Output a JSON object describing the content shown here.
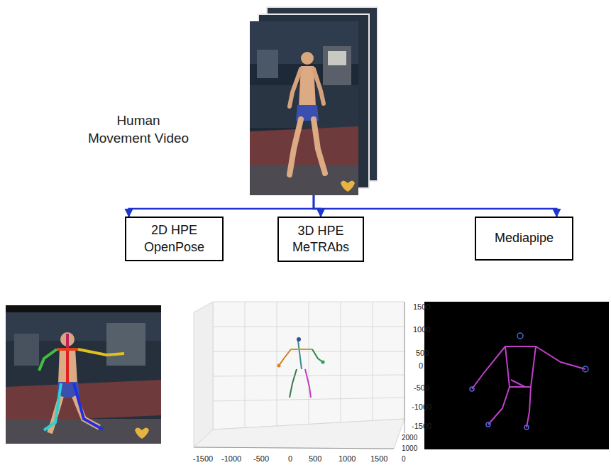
{
  "diagram": {
    "nodes": [
      {
        "text": [
          "Human Movement Video"
        ]
      },
      {
        "text": [
          "2D HPE OpenPose"
        ]
      },
      {
        "text": [
          "3D HPE MeTRAbs"
        ]
      },
      {
        "text": [
          "Mediapipe"
        ]
      }
    ],
    "edges": [
      {
        "from": 0,
        "to": 1,
        "arrow": "to"
      },
      {
        "from": 0,
        "to": 2,
        "arrow": "to"
      },
      {
        "from": 0,
        "to": 3,
        "arrow": "to"
      }
    ],
    "labels": [
      "1500",
      "1000",
      "500",
      "0",
      "-500",
      "-1000",
      "-1500",
      "-1500",
      "-1000",
      "-500",
      "0",
      "500",
      "1000",
      "1500",
      "2000",
      "1000",
      "0"
    ]
  }
}
